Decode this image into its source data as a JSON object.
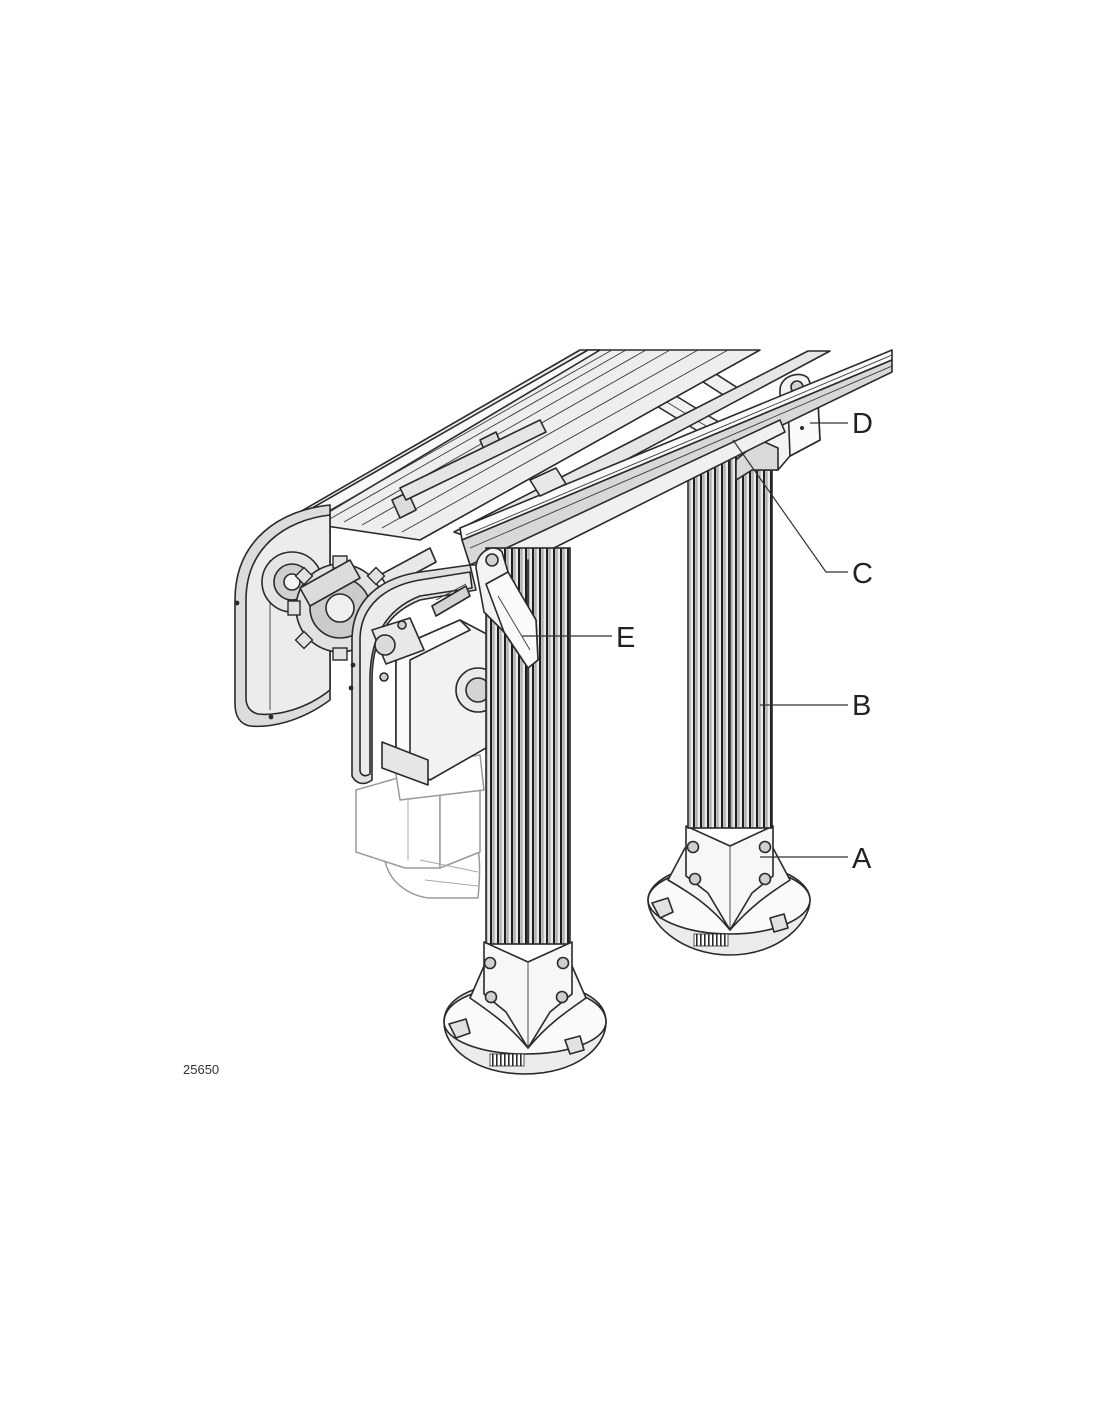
{
  "figure_number": "25650",
  "callouts": [
    {
      "id": "D",
      "label": "D"
    },
    {
      "id": "C",
      "label": "C"
    },
    {
      "id": "E",
      "label": "E"
    },
    {
      "id": "B",
      "label": "B"
    },
    {
      "id": "A",
      "label": "A"
    }
  ],
  "colors": {
    "line": "#2a2a2a",
    "fill_light": "#f4f4f4",
    "fill_mid": "#e2e2e2",
    "fill_dark": "#bdbdbd",
    "ghost": "#9a9a9a",
    "background": "#ffffff"
  },
  "icons": [
    "conveyor-drawing",
    "leader-line"
  ]
}
